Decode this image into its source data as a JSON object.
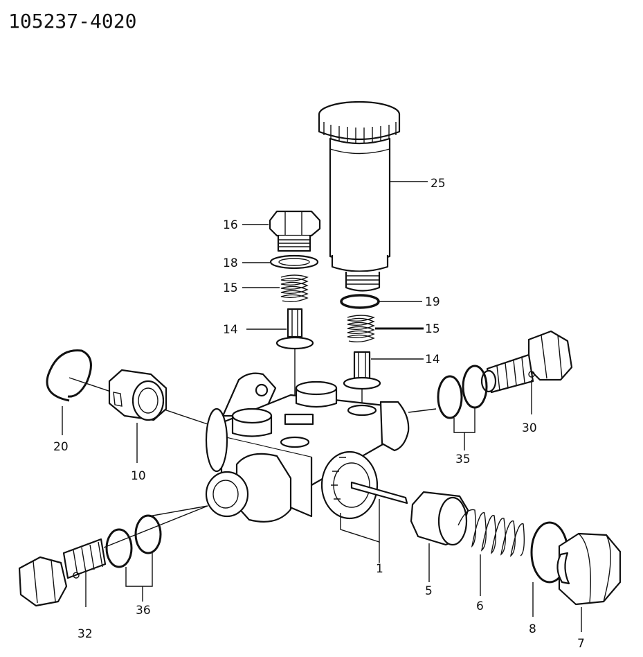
{
  "header": {
    "title": "105237-4020"
  },
  "diagram": {
    "callouts": {
      "c25": "25",
      "c16": "16",
      "c18": "18",
      "c15a": "15",
      "c14a": "14",
      "c19": "19",
      "c15b": "15",
      "c14b": "14",
      "c20": "20",
      "c10": "10",
      "c30": "30",
      "c35": "35",
      "c1": "1",
      "c5": "5",
      "c6": "6",
      "c8": "8",
      "c7": "7",
      "c32": "32",
      "c36": "36"
    },
    "colors": {
      "ink": "#111111",
      "paper": "#ffffff"
    }
  }
}
